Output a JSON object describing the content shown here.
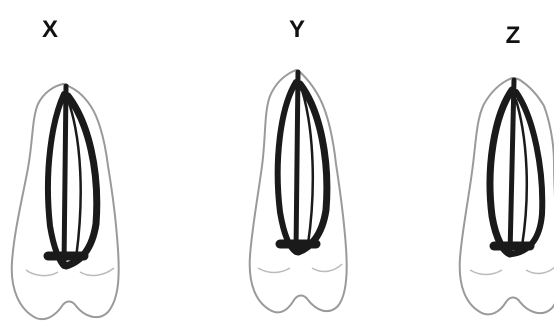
{
  "labels": {
    "x": "X",
    "y": "Y",
    "z": "Z"
  },
  "colors": {
    "background": "#ffffff",
    "outline": "#9a9a9a",
    "canal": "#1a1a1a"
  }
}
